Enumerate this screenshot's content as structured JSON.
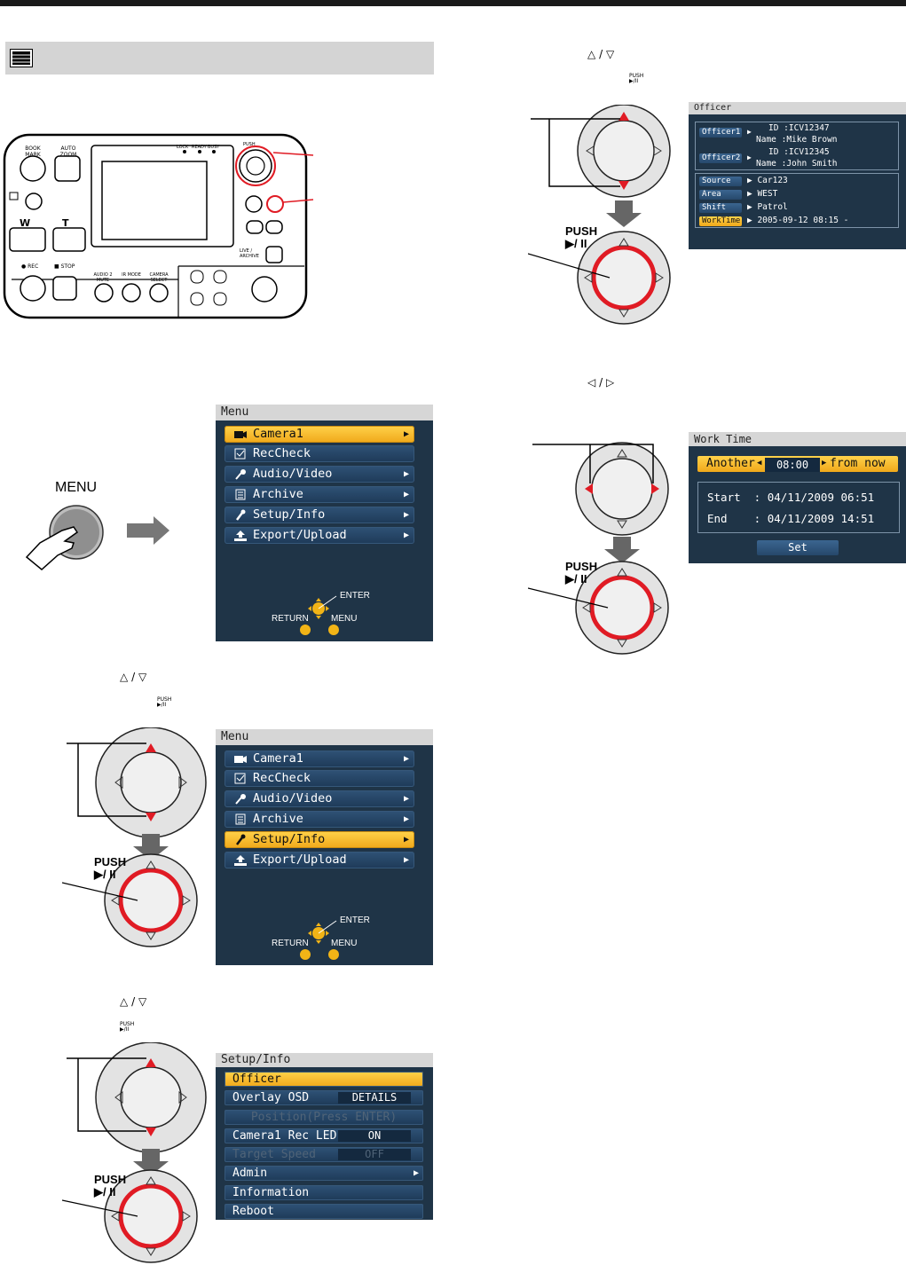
{
  "device": {
    "book_mark": "BOOK MARK",
    "auto_zoom": "AUTO ZOOM",
    "lock": "LOCK",
    "ready": "READY",
    "busy": "BUSY",
    "push": "PUSH",
    "w": "W",
    "t": "T",
    "live_archive": "LIVE / ARCHIVE",
    "rec": "● REC",
    "stop": "■ STOP",
    "audio_mute": "AUDIO 2 MUTE",
    "ir_mode": "IR MODE",
    "camera_select": "CAMERA SELECT"
  },
  "menu_button_label": "MENU",
  "push_label": "PUSH",
  "push_symbol": "▶/ II",
  "push_small": "PUSH\n▶/II",
  "nav_hint": {
    "enter": "ENTER",
    "return": "RETURN",
    "menu": "MENU"
  },
  "main_menu": {
    "title": "Menu",
    "items": [
      {
        "label": "Camera1",
        "icon": "camera-icon"
      },
      {
        "label": "RecCheck",
        "icon": "reccheck-icon"
      },
      {
        "label": "Audio/Video",
        "icon": "microphone-icon"
      },
      {
        "label": "Archive",
        "icon": "archive-icon"
      },
      {
        "label": "Setup/Info",
        "icon": "wrench-icon"
      },
      {
        "label": "Export/Upload",
        "icon": "upload-icon"
      }
    ]
  },
  "setup_menu": {
    "title": "Setup/Info",
    "items": [
      {
        "label": "Officer",
        "value": ""
      },
      {
        "label": "Overlay OSD",
        "value": "DETAILS"
      },
      {
        "label": "Position(Press ENTER)",
        "value": ""
      },
      {
        "label": "Camera1 Rec LED",
        "value": "ON"
      },
      {
        "label": "Target Speed",
        "value": "OFF"
      },
      {
        "label": "Admin",
        "value": ""
      },
      {
        "label": "Information",
        "value": ""
      },
      {
        "label": "Reboot",
        "value": ""
      }
    ]
  },
  "officer_screen": {
    "title": "Officer",
    "officer1": {
      "button": "Officer1",
      "id_line": "ID :ICV12347",
      "name_line": "Name :Mike Brown"
    },
    "officer2": {
      "button": "Officer2",
      "id_line": "ID :ICV12345",
      "name_line": "Name :John Smith"
    },
    "fields": [
      {
        "label": "Source",
        "value": "Car123"
      },
      {
        "label": "Area",
        "value": "WEST"
      },
      {
        "label": "Shift",
        "value": "Patrol"
      },
      {
        "label": "WorkTime",
        "value": "2005-09-12 08:15 -"
      }
    ]
  },
  "worktime_screen": {
    "title": "Work Time",
    "another": "Another",
    "time": "08:00",
    "from_now": "from now",
    "start": "Start  : 04/11/2009 06:51",
    "end": "End    : 04/11/2009 14:51",
    "set": "Set"
  },
  "step_symbols": {
    "up": "△",
    "slash": "/",
    "down": "▽",
    "left": "◁",
    "right": "▷"
  }
}
